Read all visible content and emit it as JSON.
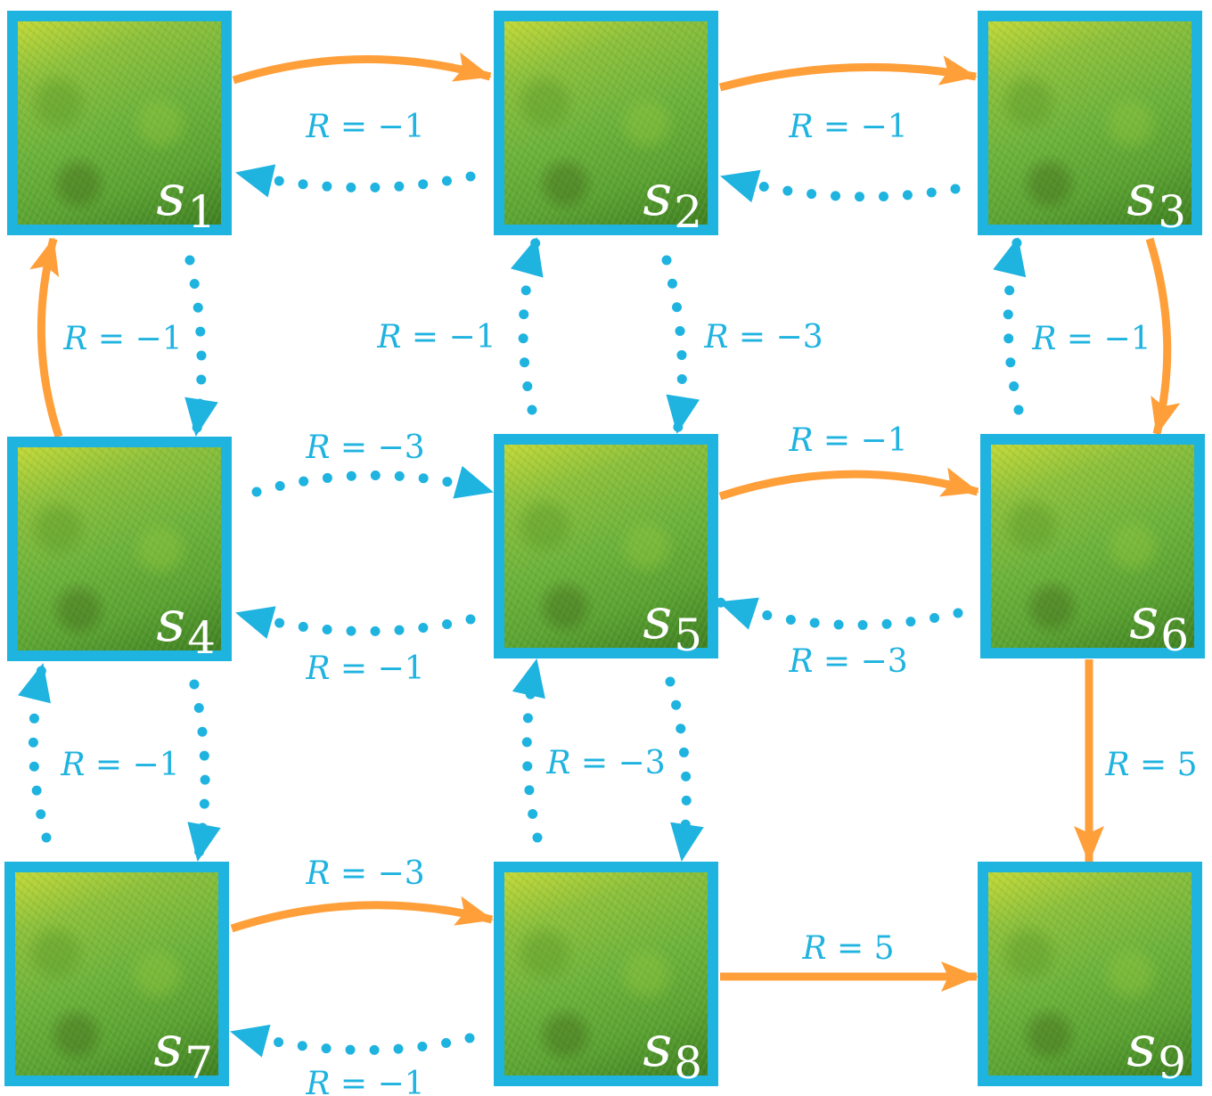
{
  "colors": {
    "border": "#1fb3e0",
    "deterministic": "#ff9f3a",
    "stochastic": "#1fb3e0"
  },
  "states": [
    {
      "symbol": "s",
      "index": "1"
    },
    {
      "symbol": "s",
      "index": "2"
    },
    {
      "symbol": "s",
      "index": "3"
    },
    {
      "symbol": "s",
      "index": "4"
    },
    {
      "symbol": "s",
      "index": "5"
    },
    {
      "symbol": "s",
      "index": "6"
    },
    {
      "symbol": "s",
      "index": "7"
    },
    {
      "symbol": "s",
      "index": "8"
    },
    {
      "symbol": "s",
      "index": "9"
    }
  ],
  "edges": [
    {
      "from": "s1",
      "to": "s2",
      "style": "solid",
      "label": "R = −1"
    },
    {
      "from": "s2",
      "to": "s1",
      "style": "dotted",
      "label": ""
    },
    {
      "from": "s2",
      "to": "s3",
      "style": "solid",
      "label": "R = −1"
    },
    {
      "from": "s3",
      "to": "s2",
      "style": "dotted",
      "label": ""
    },
    {
      "from": "s4",
      "to": "s1",
      "style": "solid",
      "label": "R = −1"
    },
    {
      "from": "s1",
      "to": "s4",
      "style": "dotted",
      "label": ""
    },
    {
      "from": "s5",
      "to": "s2",
      "style": "dotted",
      "label": "R = −1"
    },
    {
      "from": "s2",
      "to": "s5",
      "style": "dotted",
      "label": "R = −3"
    },
    {
      "from": "s3",
      "to": "s6",
      "style": "solid",
      "label": ""
    },
    {
      "from": "s6",
      "to": "s3",
      "style": "dotted",
      "label": "R = −1"
    },
    {
      "from": "s4",
      "to": "s5",
      "style": "dotted",
      "label": "R = −3"
    },
    {
      "from": "s5",
      "to": "s4",
      "style": "dotted",
      "label": "R = −1"
    },
    {
      "from": "s5",
      "to": "s6",
      "style": "solid",
      "label": "R = −1"
    },
    {
      "from": "s6",
      "to": "s5",
      "style": "dotted",
      "label": "R = −3"
    },
    {
      "from": "s7",
      "to": "s4",
      "style": "dotted",
      "label": "R = −1"
    },
    {
      "from": "s4",
      "to": "s7",
      "style": "dotted",
      "label": ""
    },
    {
      "from": "s8",
      "to": "s5",
      "style": "dotted",
      "label": "R = −3"
    },
    {
      "from": "s5",
      "to": "s8",
      "style": "dotted",
      "label": ""
    },
    {
      "from": "s6",
      "to": "s9",
      "style": "solid",
      "label": "R = 5"
    },
    {
      "from": "s7",
      "to": "s8",
      "style": "solid",
      "label": "R = −3"
    },
    {
      "from": "s8",
      "to": "s7",
      "style": "dotted",
      "label": "R = −1"
    },
    {
      "from": "s8",
      "to": "s9",
      "style": "solid",
      "label": "R = 5"
    }
  ]
}
